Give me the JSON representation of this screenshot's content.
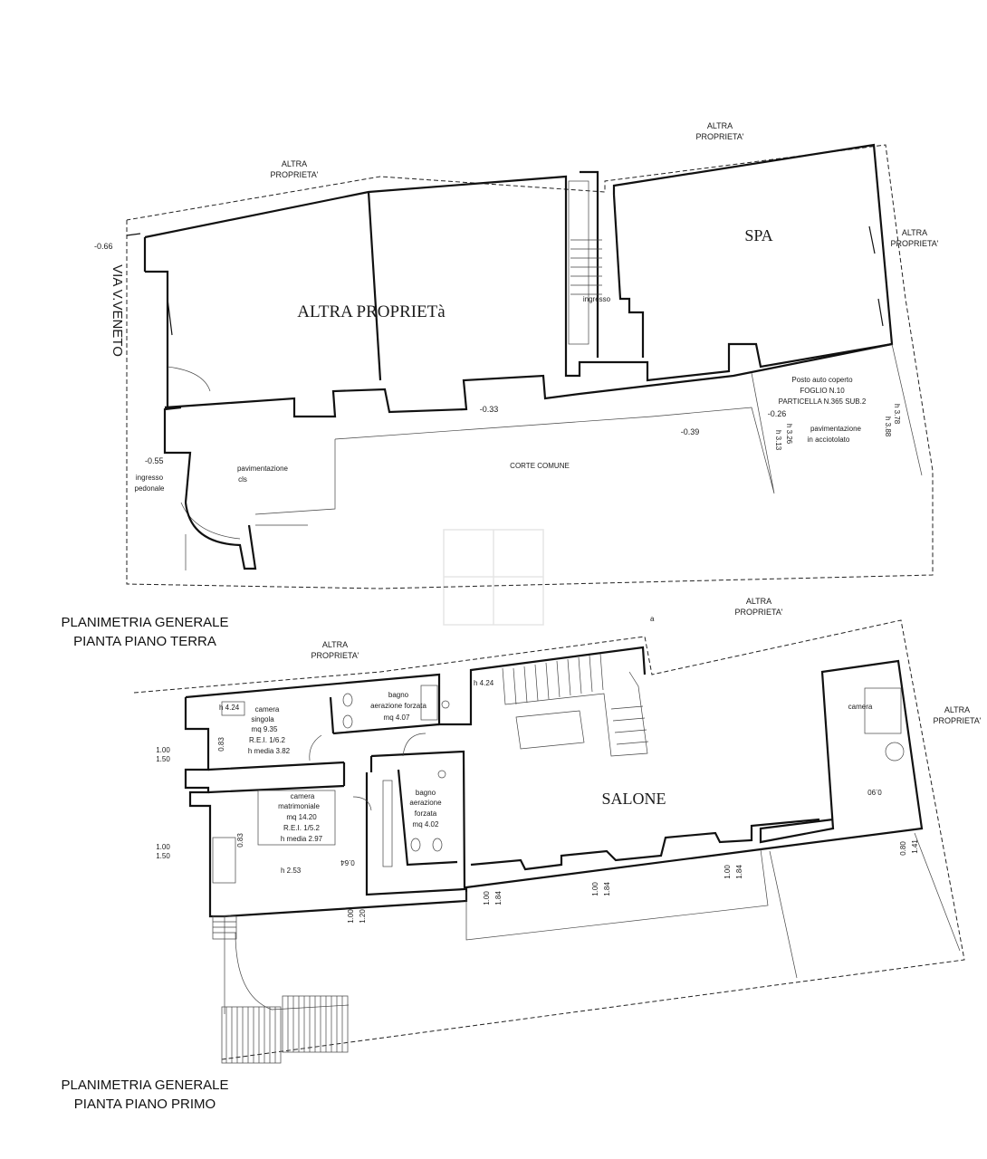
{
  "ground_floor": {
    "caption_line1": "PLANIMETRIA GENERALE",
    "caption_line2": "PIANTA PIANO TERRA",
    "street": "VIA V.VENETO",
    "altra_proprieta": "ALTRA",
    "proprieta": "PROPRIETA'",
    "main_room": "ALTRA PROPRIETà",
    "spa": "SPA",
    "ingresso": "ingresso",
    "parking_line1": "Posto auto coperto",
    "parking_line2": "FOGLIO N.10",
    "parking_line3": "PARTICELLA N.365 SUB.2",
    "pav_acc_line1": "pavimentazione",
    "pav_acc_line2": "in acciotolato",
    "pav_cls_line1": "pavimentazione",
    "pav_cls_line2": "cls",
    "corte": "CORTE COMUNE",
    "ingresso_ped_line1": "ingresso",
    "ingresso_ped_line2": "pedonale",
    "lvl_066": "-0.66",
    "lvl_055": "-0.55",
    "lvl_033": "-0.33",
    "lvl_039": "-0.39",
    "lvl_026": "-0.26",
    "h_326": "h 3.26",
    "h_313": "h 3.13",
    "h_378": "h 3.78",
    "h_388": "h 3.88"
  },
  "first_floor": {
    "caption_line1": "PLANIMETRIA GENERALE",
    "caption_line2": "PIANTA PIANO PRIMO",
    "altra": "ALTRA",
    "proprieta": "PROPRIETA'",
    "a_mark": "a",
    "salone": "SALONE",
    "camera_singola": [
      "camera",
      "singola",
      "mq 9.35",
      "R.E.I. 1/6.2",
      "h media 3.82"
    ],
    "camera_matrimoniale": [
      "camera",
      "matrimoniale",
      "mq 14.20",
      "R.E.I. 1/5.2",
      "h media 2.97"
    ],
    "bagno1": [
      "bagno",
      "aerazione forzata",
      "mq 4.07"
    ],
    "bagno2": [
      "bagno",
      "aerazione",
      "forzata",
      "mq 4.02"
    ],
    "camera": "camera",
    "h_424_a": "h 4.24",
    "h_424_b": "h 4.24",
    "h_253": "h 2.53",
    "d_083_a": "0.83",
    "d_083_b": "0.83",
    "d_100_a": "1.00",
    "d_150_a": "1.50",
    "d_100_b": "1.00",
    "d_150_b": "1.50",
    "d_064": "0.64",
    "d_100_c": "1.00",
    "d_120": "1.20",
    "d_100_d": "1.00",
    "d_184_a": "1.84",
    "d_100_e": "1.00",
    "d_184_b": "1.84",
    "d_100_f": "1.00",
    "d_184_c": "1.84",
    "d_090": "0.90",
    "d_080": "0.80",
    "d_141": "1.41"
  }
}
